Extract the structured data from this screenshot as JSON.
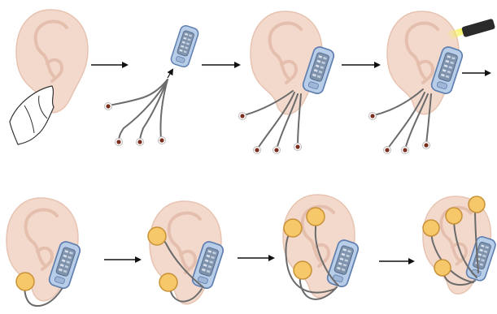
{
  "diagram": {
    "rows": 2,
    "row1_steps": [
      "ear-with-tissue",
      "device-with-electrodes",
      "device-on-ear",
      "device-on-ear-with-light"
    ],
    "row2_steps": [
      "one-electrode-attached",
      "two-electrodes-attached",
      "three-electrodes-attached",
      "four-electrodes-attached"
    ],
    "row1_arrow_count": 4,
    "row2_arrow_count": 3
  },
  "colors": {
    "ear_fill": "#f3d9cc",
    "ear_stroke": "#e7c3b1",
    "device_fill": "#b8cde8",
    "device_stroke": "#5f7fb0",
    "device_screen": "#7f93ad",
    "wire": "#6b6b6b",
    "electrode_small": "#7a2f1d",
    "electrode_pad": "#f6c86a",
    "electrode_pad_stroke": "#c99135",
    "arrow": "#111111",
    "light_beam": "#f4f14a",
    "flashlight": "#2a2a2a"
  },
  "icons": [
    "ear-icon",
    "tissue-icon",
    "sensor-device-icon",
    "electrode-icon",
    "flashlight-icon",
    "arrow-right-icon"
  ]
}
